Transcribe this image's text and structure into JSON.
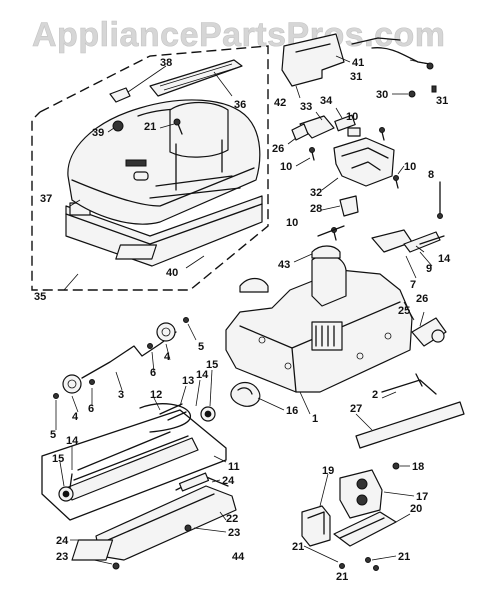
{
  "watermark": "AppliancePartsPros.com",
  "part_callouts": {
    "c38": "38",
    "c36": "36",
    "c39": "39",
    "c21a": "21",
    "c37": "37",
    "c35": "35",
    "c40": "40",
    "c41": "41",
    "c31a": "31",
    "c31b": "31",
    "c42": "42",
    "c33": "33",
    "c34": "34",
    "c30": "30",
    "c10a": "10",
    "c26": "26",
    "c10b": "10",
    "c10c": "10",
    "c32": "32",
    "c28": "28",
    "c10d": "10",
    "c8": "8",
    "c14a": "14",
    "c43": "43",
    "c9": "9",
    "c7": "7",
    "c26b": "26",
    "c25": "25",
    "c5a": "5",
    "c4a": "4",
    "c6a": "6",
    "c3": "3",
    "c4b": "4",
    "c6b": "6",
    "c5b": "5",
    "c12": "12",
    "c13": "13",
    "c14b": "14",
    "c15a": "15",
    "c16": "16",
    "c2": "2",
    "c1": "1",
    "c27": "27",
    "c14c": "14",
    "c15b": "15",
    "c11": "11",
    "c24a": "24",
    "c24b": "24",
    "c22": "22",
    "c23a": "23",
    "c23b": "23",
    "c44": "44",
    "c19": "19",
    "c18": "18",
    "c17": "17",
    "c20": "20",
    "c21b": "21",
    "c21c": "21",
    "c21d": "21"
  }
}
